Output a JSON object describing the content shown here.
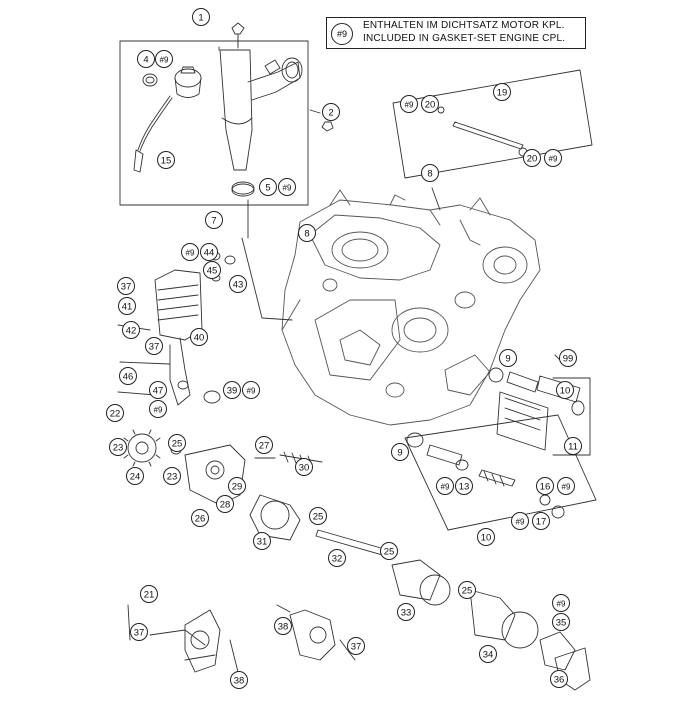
{
  "note": {
    "ref": "#9",
    "line1": "ENTHALTEN IM DICHTSATZ MOTOR KPL.",
    "line2": "INCLUDED IN GASKET-SET ENGINE CPL."
  },
  "callouts": [
    {
      "id": "c1",
      "label": "1"
    },
    {
      "id": "c2",
      "label": "2"
    },
    {
      "id": "c3",
      "label": "4"
    },
    {
      "id": "c4",
      "label": "#9"
    },
    {
      "id": "c5",
      "label": "15"
    },
    {
      "id": "c6",
      "label": "5"
    },
    {
      "id": "c7",
      "label": "#9"
    },
    {
      "id": "c8",
      "label": "7"
    },
    {
      "id": "c9",
      "label": "8"
    },
    {
      "id": "c10",
      "label": "8"
    },
    {
      "id": "c11",
      "label": "19"
    },
    {
      "id": "c12",
      "label": "#9"
    },
    {
      "id": "c13",
      "label": "20"
    },
    {
      "id": "c14",
      "label": "20"
    },
    {
      "id": "c15",
      "label": "#9"
    },
    {
      "id": "c16",
      "label": "#9"
    },
    {
      "id": "c17",
      "label": "44"
    },
    {
      "id": "c18",
      "label": "45"
    },
    {
      "id": "c19",
      "label": "43"
    },
    {
      "id": "c20",
      "label": "37"
    },
    {
      "id": "c21",
      "label": "41"
    },
    {
      "id": "c22",
      "label": "42"
    },
    {
      "id": "c23",
      "label": "40"
    },
    {
      "id": "c24",
      "label": "37"
    },
    {
      "id": "c25",
      "label": "46"
    },
    {
      "id": "c26",
      "label": "47"
    },
    {
      "id": "c27",
      "label": "#9"
    },
    {
      "id": "c28",
      "label": "39"
    },
    {
      "id": "c29",
      "label": "#9"
    },
    {
      "id": "c30",
      "label": "9"
    },
    {
      "id": "c31",
      "label": "99"
    },
    {
      "id": "c32",
      "label": "10"
    },
    {
      "id": "c33",
      "label": "11"
    },
    {
      "id": "c34",
      "label": "22"
    },
    {
      "id": "c35",
      "label": "23"
    },
    {
      "id": "c36",
      "label": "25"
    },
    {
      "id": "c37",
      "label": "24"
    },
    {
      "id": "c38",
      "label": "23"
    },
    {
      "id": "c39",
      "label": "27"
    },
    {
      "id": "c40",
      "label": "30"
    },
    {
      "id": "c41",
      "label": "29"
    },
    {
      "id": "c42",
      "label": "28"
    },
    {
      "id": "c43",
      "label": "26"
    },
    {
      "id": "c44",
      "label": "25"
    },
    {
      "id": "c45",
      "label": "31"
    },
    {
      "id": "c46",
      "label": "9"
    },
    {
      "id": "c47",
      "label": "#9"
    },
    {
      "id": "c48",
      "label": "13"
    },
    {
      "id": "c49",
      "label": "16"
    },
    {
      "id": "c50",
      "label": "#9"
    },
    {
      "id": "c51",
      "label": "#9"
    },
    {
      "id": "c52",
      "label": "17"
    },
    {
      "id": "c53",
      "label": "10"
    },
    {
      "id": "c54",
      "label": "32"
    },
    {
      "id": "c55",
      "label": "25"
    },
    {
      "id": "c56",
      "label": "33"
    },
    {
      "id": "c57",
      "label": "25"
    },
    {
      "id": "c58",
      "label": "21"
    },
    {
      "id": "c59",
      "label": "37"
    },
    {
      "id": "c60",
      "label": "38"
    },
    {
      "id": "c61",
      "label": "38"
    },
    {
      "id": "c62",
      "label": "37"
    },
    {
      "id": "c63",
      "label": "34"
    },
    {
      "id": "c64",
      "label": "#9"
    },
    {
      "id": "c65",
      "label": "35"
    },
    {
      "id": "c66",
      "label": "36"
    }
  ]
}
